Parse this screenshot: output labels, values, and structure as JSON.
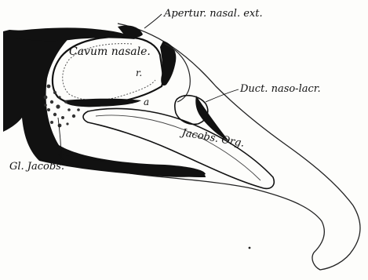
{
  "figure": {
    "labels": {
      "apertura": "Apertur. nasal. ext.",
      "cavum": "Cavum nasale.",
      "r": "r.",
      "ductus": "Duct. naso-lacr.",
      "a": "a",
      "jacobs_organ": "Jacobs. Org.",
      "gl_jacobs": "Gl. Jacobs."
    },
    "colors": {
      "ink": "#111111",
      "paper": "#fdfdfb"
    }
  }
}
